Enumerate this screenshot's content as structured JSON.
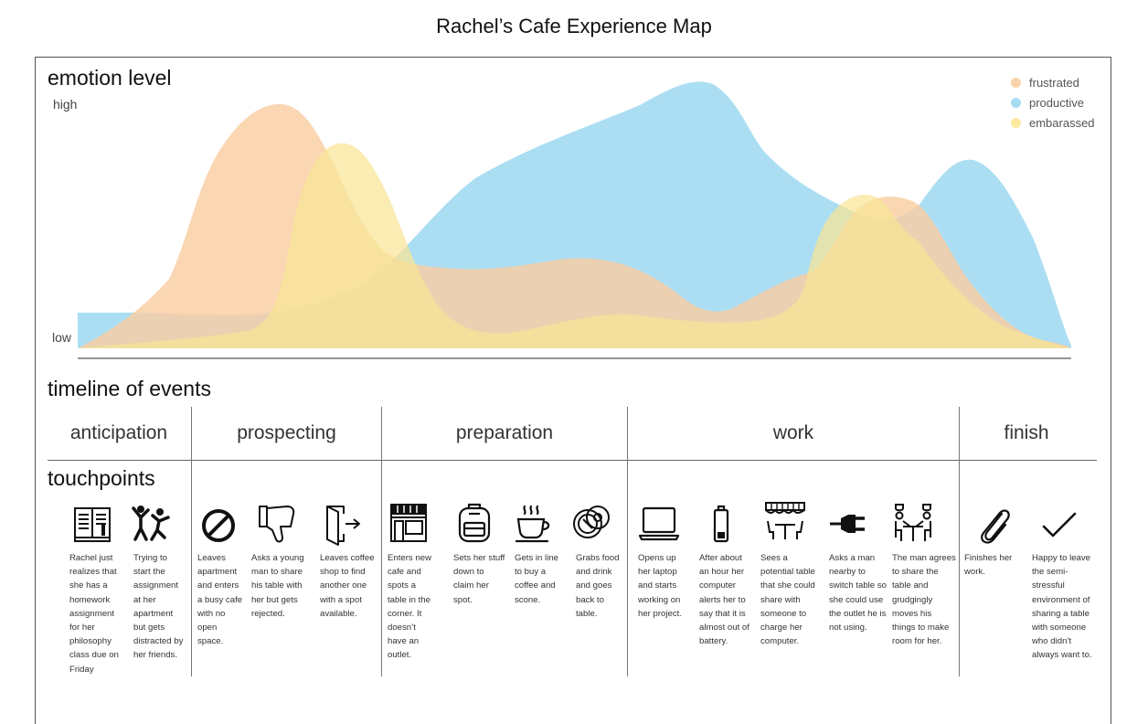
{
  "title": "Rachel’s Cafe Experience Map",
  "emotion": {
    "heading": "emotion level",
    "high_label": "high",
    "low_label": "low",
    "legend": [
      {
        "label": "frustrated",
        "color": "#F9D2A7"
      },
      {
        "label": "productive",
        "color": "#A7DCF2"
      },
      {
        "label": "embarassed",
        "color": "#FCE99F"
      }
    ]
  },
  "timeline": {
    "heading": "timeline of events",
    "phases": [
      "anticipation",
      "prospecting",
      "preparation",
      "work",
      "finish"
    ]
  },
  "touchpoints": {
    "heading": "touchpoints",
    "items": [
      {
        "icon": "book-icon",
        "text": "Rachel just realizes that she has a homework assignment for her philosophy class due on Friday"
      },
      {
        "icon": "dancing-friends-icon",
        "text": "Trying to start the assignment at her apartment but gets distracted by her friends."
      },
      {
        "icon": "prohibited-icon",
        "text": "Leaves apartment and enters a busy cafe with no open space."
      },
      {
        "icon": "thumbs-down-icon",
        "text": "Asks a young man to share his table with her but gets rejected."
      },
      {
        "icon": "exit-door-icon",
        "text": "Leaves coffee shop to find another one with a spot available."
      },
      {
        "icon": "storefront-icon",
        "text": "Enters new cafe and spots a table in the corner. It doesn’t have an outlet."
      },
      {
        "icon": "backpack-icon",
        "text": "Sets her stuff down to claim her spot."
      },
      {
        "icon": "coffee-cup-icon",
        "text": "Gets in line to buy a coffee and scone."
      },
      {
        "icon": "food-plate-icon",
        "text": "Grabs food and drink and goes back to table."
      },
      {
        "icon": "laptop-icon",
        "text": "Opens up her laptop and starts working on her project."
      },
      {
        "icon": "low-battery-icon",
        "text": "After about an hour her computer alerts her to say that it is almost out of battery."
      },
      {
        "icon": "cafe-table-icon",
        "text": "Sees a potential table that she could share with someone to charge her computer."
      },
      {
        "icon": "power-plug-icon",
        "text": "Asks a man nearby to switch table so she could use the outlet he is not using."
      },
      {
        "icon": "shared-table-icon",
        "text": "The man agrees to share the table and grudgingly moves his things to make room for her."
      },
      {
        "icon": "paperclip-icon",
        "text": "Finishes her work."
      },
      {
        "icon": "checkmark-icon",
        "text": "Happy to leave the semi-stressful environment of sharing a table with someone who didn’t always want to."
      }
    ]
  }
}
